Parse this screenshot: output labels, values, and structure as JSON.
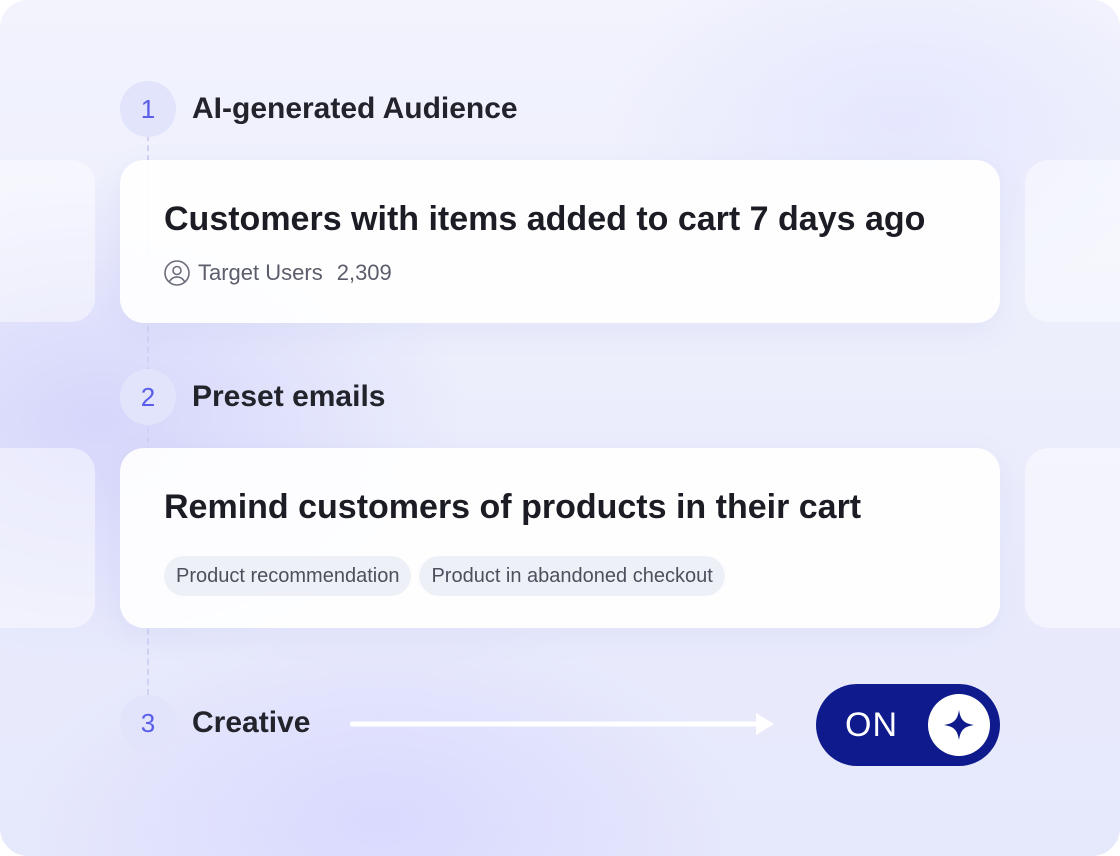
{
  "steps": [
    {
      "number": "1",
      "label": "AI-generated Audience"
    },
    {
      "number": "2",
      "label": "Preset emails"
    },
    {
      "number": "3",
      "label": "Creative"
    }
  ],
  "audience_card": {
    "title": "Customers with items added to cart 7 days ago",
    "meta_icon": "user-icon",
    "meta_label": "Target Users",
    "meta_value": "2,309"
  },
  "email_card": {
    "title": "Remind customers of products in their cart",
    "tags": [
      "Product recommendation",
      "Product in abandoned checkout"
    ]
  },
  "creative_toggle": {
    "label": "ON",
    "state": "on",
    "knob_icon": "sparkle-icon"
  },
  "colors": {
    "accent": "#5a5de8",
    "toggle_bg": "#0f1b8c",
    "step_circle": "#e2e4fb"
  }
}
